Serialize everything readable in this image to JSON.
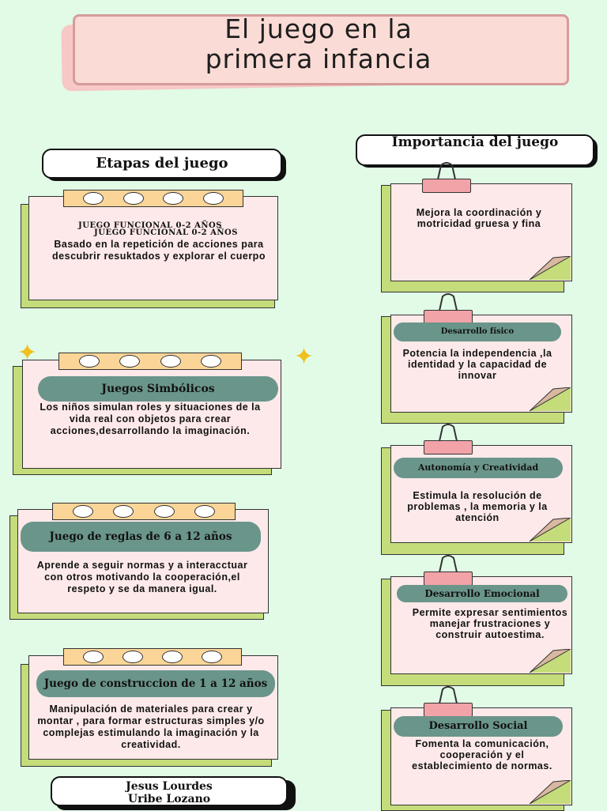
{
  "title": {
    "line1": "El juego en la",
    "line2": "primera infancia"
  },
  "left_heading": "Etapas del juego",
  "right_heading": "Importancia del juego",
  "stages": [
    {
      "label_a": "JUEGO FUNCIONAL 0-2 AÑOS",
      "label_b": "JUEGO FUNCIONAL 0-2 AÑOS",
      "text": "Basado en la repetición  de acciones para descubrir resuktados y explorar el cuerpo"
    },
    {
      "label": "Juegos Simbólicos",
      "text": "Los niños simulan  roles y situaciones  de la vida real con objetos para crear acciones,desarrollando la imaginación."
    },
    {
      "label": "Juego de reglas de 6 a 12 años",
      "text": "Aprende a seguir normas y a interacctuar  con otros motivando la cooperación,el respeto y se da manera igual."
    },
    {
      "label": "Juego de construccion de 1 a 12 años",
      "text": "Manipulación de materiales para crear y montar , para formar estructuras  simples y/o complejas estimulando la imaginación y la creatividad."
    }
  ],
  "importance": [
    {
      "label": "",
      "text": "Mejora la coordinación y motricidad gruesa y fina"
    },
    {
      "label": "Desarrollo físico",
      "text": "Potencia la independencia ,la identidad y la capacidad de innovar"
    },
    {
      "label": "Autonomía y Creatividad",
      "text": "Estimula la resolución de problemas , la memoria y la atención"
    },
    {
      "label": "Desarrollo Emocional",
      "text": "Permite expresar sentimientos manejar frustraciones y construir autoestima."
    },
    {
      "label": "Desarrollo Social",
      "text": "Fomenta la comunicación, cooperación y el establecimiento de normas."
    }
  ],
  "author": {
    "line1": "Jesus Lourdes",
    "line2": "Uribe Lozano"
  },
  "icons": [
    "heart-icon",
    "sparkle-icon",
    "binder-clip-icon"
  ],
  "colors": {
    "background": "#e1fbe7",
    "card": "#fde9e9",
    "card_back": "#c4dc7a",
    "tab": "#fbd598",
    "bar": "#6a958a",
    "clip": "#f2a3a8"
  }
}
